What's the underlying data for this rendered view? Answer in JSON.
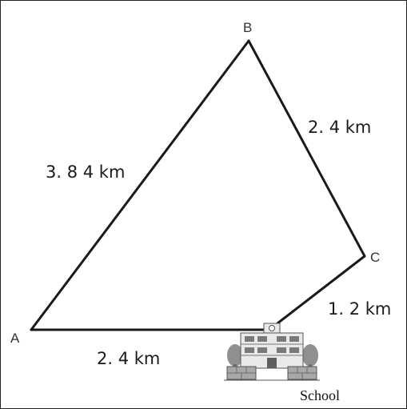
{
  "figure": {
    "vertices": {
      "A": "A",
      "B": "B",
      "C": "C"
    },
    "segments": {
      "AB": "3. 8 4 km",
      "BC": "2. 4 km",
      "C_school": "1. 2 km",
      "A_school": "2. 4 km"
    },
    "school_label": "School"
  }
}
